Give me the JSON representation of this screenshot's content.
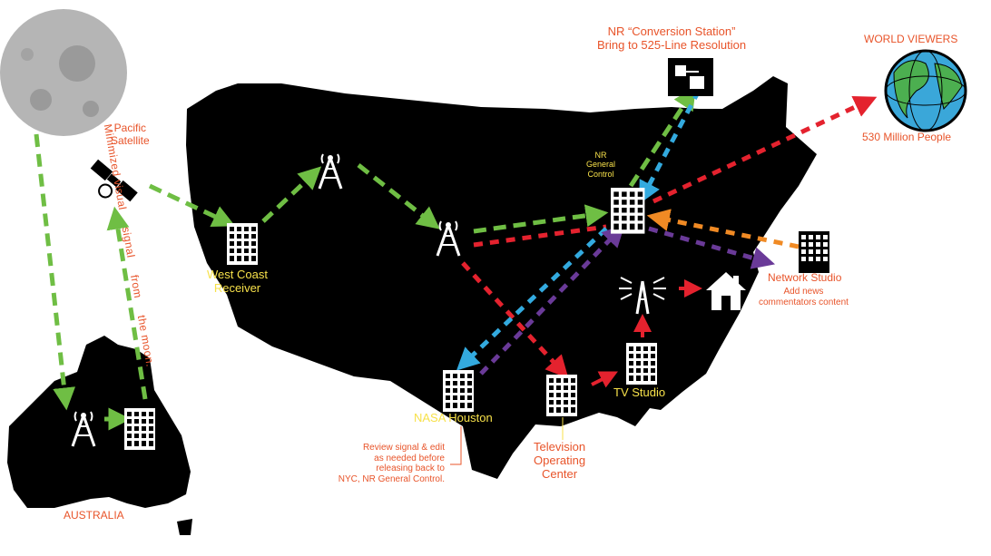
{
  "colors": {
    "land": "#000000",
    "moon": "#b5b5b5",
    "accent_orange": "#e8542a",
    "accent_yellow": "#f7e14a",
    "link_green": "#6fbe44",
    "link_blue": "#33aadf",
    "link_red": "#e4222e",
    "link_purple": "#6a3a98",
    "link_amber": "#f08a24"
  },
  "labels": {
    "moon_path": "Minimized visual signal from the moon.",
    "moon_path_words": [
      "Minimized visual",
      "signal",
      "from",
      "the moon."
    ],
    "pacific_satellite": [
      "Pacific",
      "Satellite"
    ],
    "australia": "AUSTRALIA",
    "west_coast": [
      "West Coast",
      "Receiver"
    ],
    "nasa_houston": "NASA Houston",
    "review_note": [
      "Review signal & edit",
      "as needed before",
      "releasing back to",
      "NYC, NR General Control."
    ],
    "toc": [
      "Television",
      "Operating",
      "Center"
    ],
    "tv_studio": "TV Studio",
    "nr_general": [
      "NR",
      "General",
      "Control"
    ],
    "conversion": [
      "NR “Conversion Station”",
      "Bring to 525-Line Resolution"
    ],
    "world_viewers": "WORLD VIEWERS",
    "world_count": "530 Million People",
    "network_studio": "Network Studio",
    "network_note": [
      "Add news",
      "commentators content"
    ]
  },
  "icons": {
    "moon": "moon-icon",
    "satellite": "satellite-icon",
    "antenna": "radio-tower-icon",
    "building": "office-building-icon",
    "broadcast": "broadcast-antenna-icon",
    "house": "house-icon",
    "globe": "globe-icon",
    "conversion": "conversion-station-icon"
  }
}
